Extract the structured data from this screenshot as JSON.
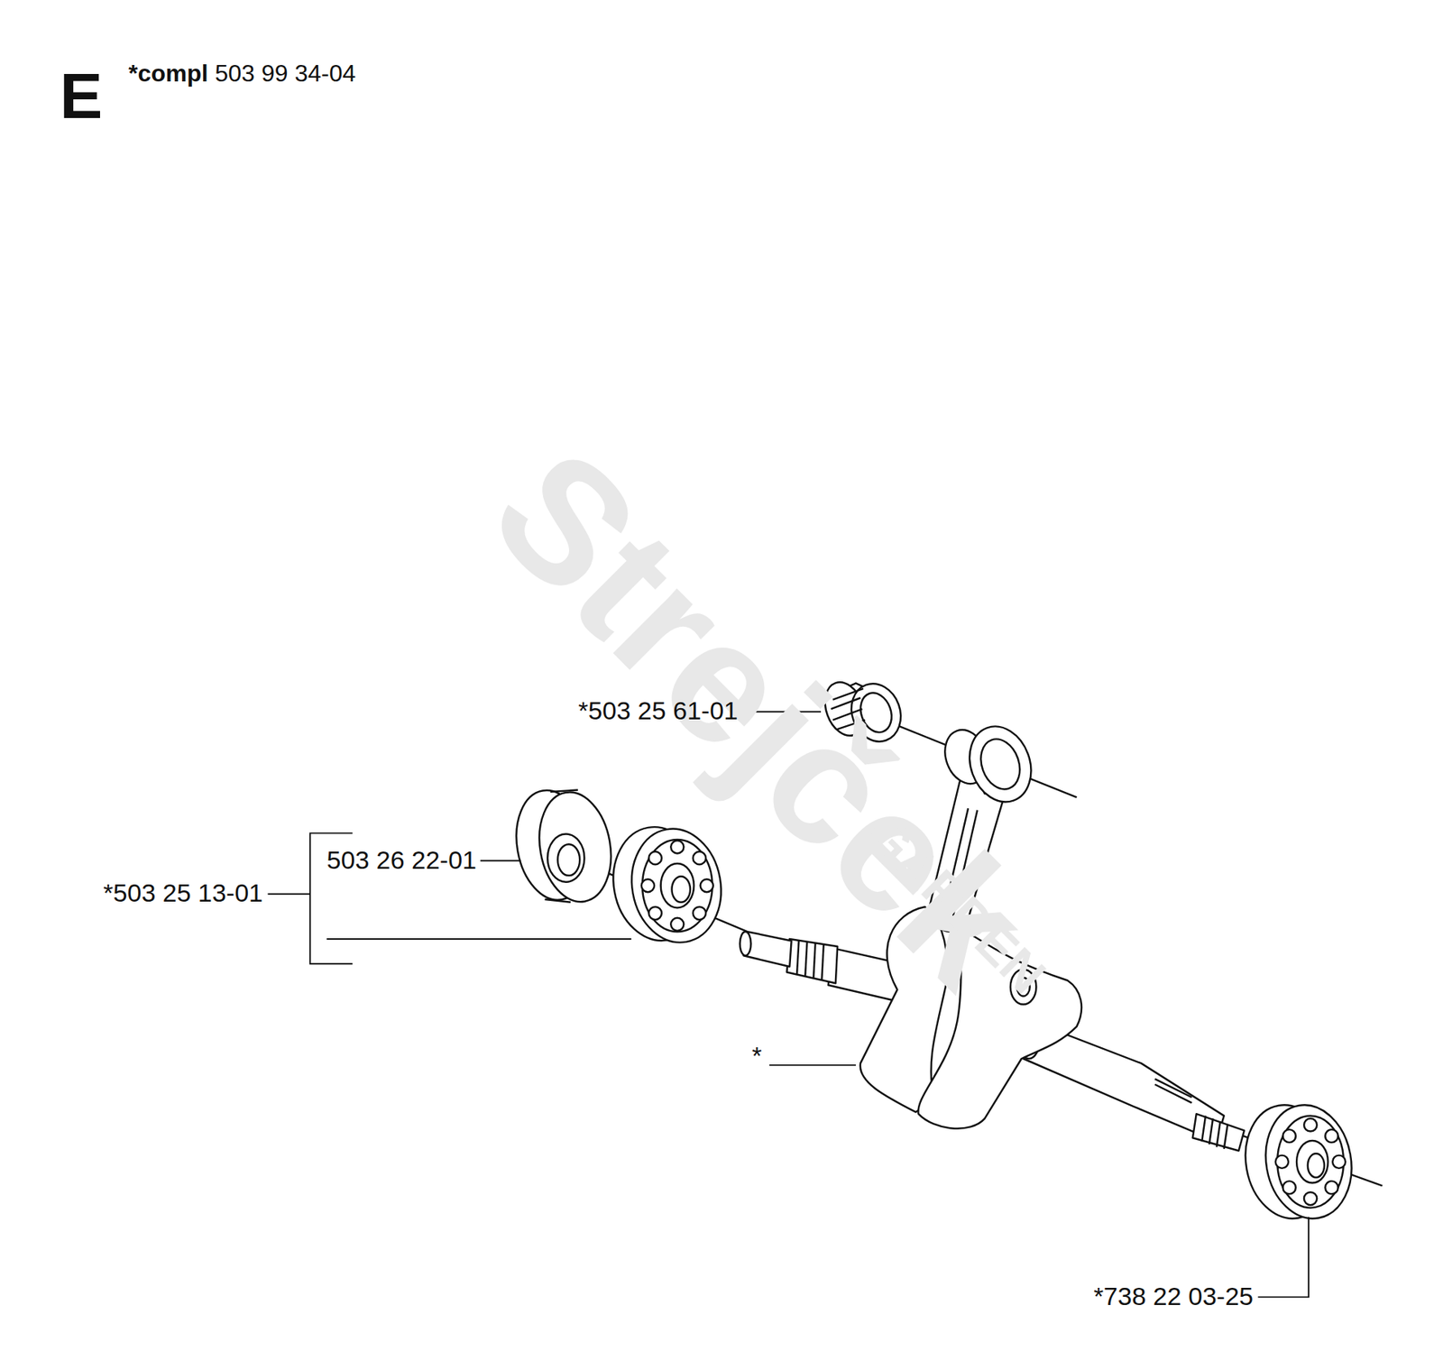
{
  "diagram": {
    "labels": [
      "E",
      "*compl",
      "503 99 34-04",
      "*503 25 61-01",
      "503 26 22-01",
      "*503 25 13-01",
      "*",
      "*738 22 03-25",
      "Strejček",
      "GARDEN"
    ]
  }
}
